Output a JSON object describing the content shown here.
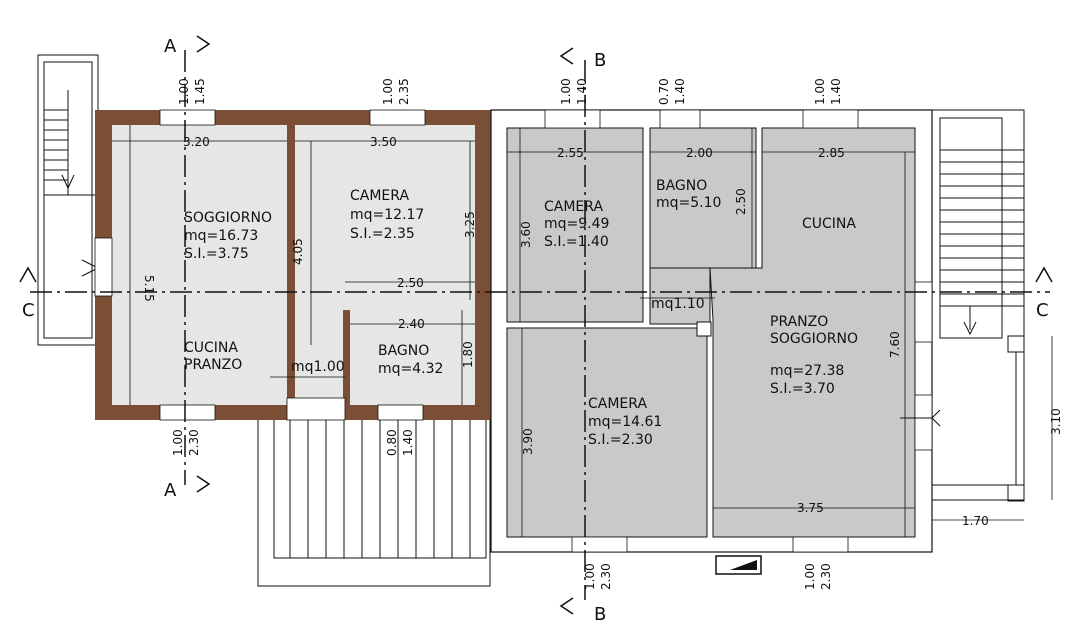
{
  "colors": {
    "existing_wall": "#7a4f36",
    "new_wall": "#ffffff",
    "room_light": "#e6e6e6",
    "room_gray": "#c9c9c9",
    "line": "#111111"
  },
  "sections": {
    "a": "A",
    "b": "B",
    "c": "C"
  },
  "rooms": {
    "soggiorno": {
      "name": "SOGGIORNO",
      "area": "mq=16.73",
      "si": "S.I.=3.75"
    },
    "camera1": {
      "name": "CAMERA",
      "area": "mq=12.17",
      "si": "S.I.=2.35"
    },
    "cucina_pranzo": {
      "line1": "CUCINA",
      "line2": "PRANZO"
    },
    "bagno1": {
      "name": "BAGNO",
      "area": "mq=4.32"
    },
    "wc1": {
      "area": "mq1.00"
    },
    "camera2": {
      "name": "CAMERA",
      "area": "mq=9.49",
      "si": "S.I.=1.40"
    },
    "bagno2": {
      "name": "BAGNO",
      "area": "mq=5.10"
    },
    "cucina": {
      "name": "CUCINA"
    },
    "wc2": {
      "area": "mq1.10"
    },
    "pranzo": {
      "line1": "PRANZO",
      "line2": "SOGGIORNO",
      "area": "mq=27.38",
      "si": "S.I.=3.70"
    },
    "camera3": {
      "name": "CAMERA",
      "area": "mq=14.61",
      "si": "S.I.=2.30"
    }
  },
  "dimensions": {
    "d320": "3.20",
    "d350": "3.50",
    "d515": "5.15",
    "d405": "4.05",
    "d325": "3.25",
    "d250": "2.50",
    "d240": "2.40",
    "d180": "1.80",
    "d255": "2.55",
    "d200": "2.00",
    "d285": "2.85",
    "d250b": "2.50",
    "d360": "3.60",
    "d760": "7.60",
    "d390": "3.90",
    "d375": "3.75",
    "d310": "3.10",
    "d170": "1.70"
  },
  "windows": {
    "w1": {
      "w": "1.00",
      "h": "1.45"
    },
    "w2": {
      "w": "1.00",
      "h": "2.35"
    },
    "w3": {
      "w": "1.00",
      "h": "1.40"
    },
    "w4": {
      "w": "0.70",
      "h": "1.40"
    },
    "w5": {
      "w": "1.00",
      "h": "1.40"
    },
    "w6": {
      "w": "1.00",
      "h": "2.30"
    },
    "w7": {
      "w": "0.80",
      "h": "1.40"
    },
    "w8": {
      "w": "1.00",
      "h": "2.30"
    },
    "w9": {
      "w": "1.00",
      "h": "2.30"
    }
  }
}
